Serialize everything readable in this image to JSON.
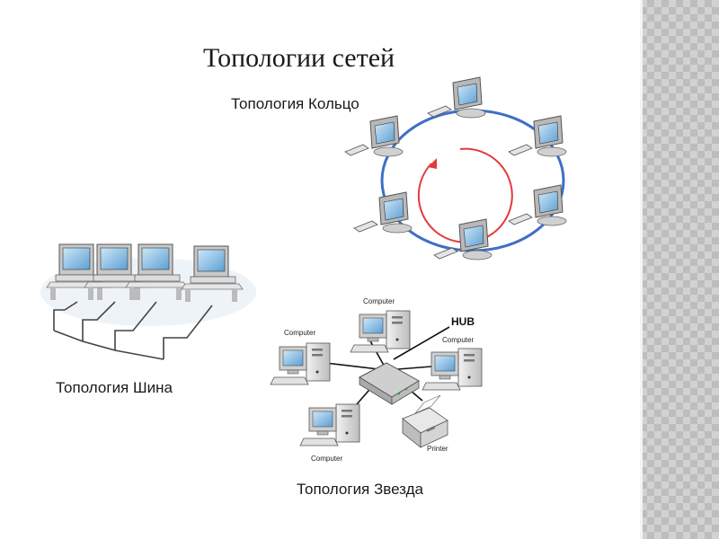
{
  "slide": {
    "title": "Топологии сетей",
    "ring_label": "Топология Кольцо",
    "bus_label": "Топология Шина",
    "star_label": "Топология Звезда"
  },
  "star_diagram": {
    "hub_label": "HUB",
    "computer_label": "Computer",
    "printer_label": "Printer"
  },
  "colors": {
    "ring": "#3e6fc4",
    "arrow": "#e33b3b",
    "screen": "#7fb6e0",
    "side_band": "#d2d2d2"
  }
}
